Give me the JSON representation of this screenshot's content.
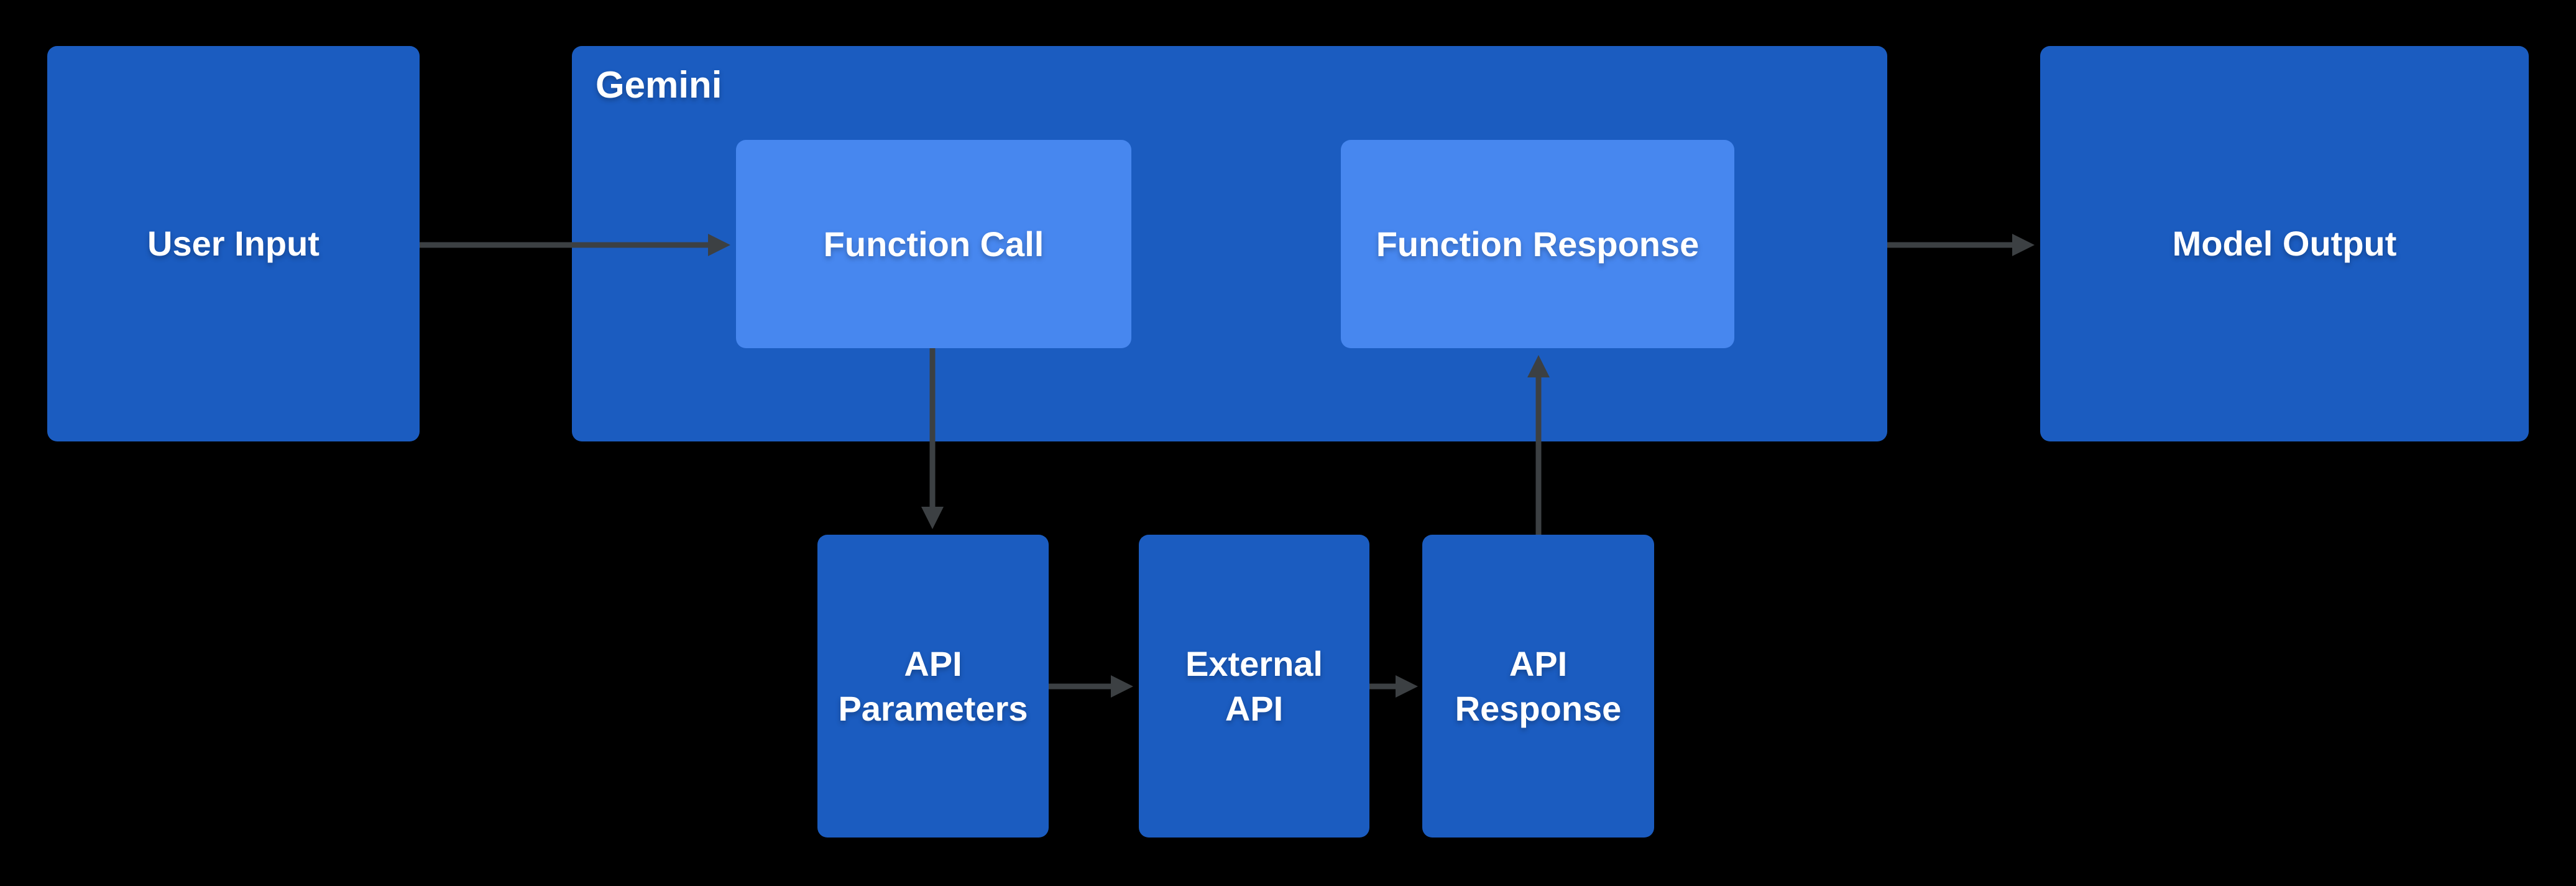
{
  "diagram": {
    "background": "#000000",
    "colors": {
      "background": "#000000",
      "node": "#1B5CC0",
      "node_light": "#4787EF",
      "arrow": "#3C4043",
      "text": "#FFFFFF"
    },
    "nodes": {
      "user_input": {
        "label": "User Input"
      },
      "gemini": {
        "label": "Gemini"
      },
      "function_call": {
        "label": "Function Call"
      },
      "function_response": {
        "label": "Function Response"
      },
      "model_output": {
        "label": "Model Output"
      },
      "api_parameters": {
        "lines": [
          "API",
          "Parameters"
        ]
      },
      "external_api": {
        "lines": [
          "External",
          "API"
        ]
      },
      "api_response": {
        "lines": [
          "API",
          "Response"
        ]
      }
    }
  }
}
